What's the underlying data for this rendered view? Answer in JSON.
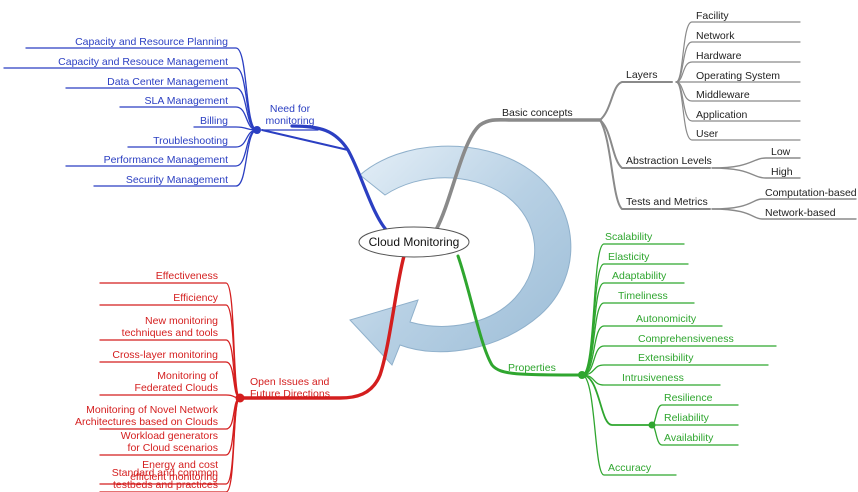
{
  "center": {
    "label": "Cloud Monitoring"
  },
  "colors": {
    "blue": "#2b3fc2",
    "red": "#d41e1e",
    "gray": "#8a8a8a",
    "green": "#2fa62f",
    "arrow": "#b9d3e6",
    "text": "#1a1a1a"
  },
  "branches": {
    "need_for_monitoring": {
      "label_lines": [
        "Need for",
        "monitoring"
      ],
      "items": [
        "Capacity and Resource Planning",
        "Capacity and Resouce Management",
        "Data Center Management",
        "SLA Management",
        "Billing",
        "Troubleshooting",
        "Performance Management",
        "Security Management"
      ]
    },
    "basic_concepts": {
      "label": "Basic concepts",
      "layers": {
        "label": "Layers",
        "items": [
          "Facility",
          "Network",
          "Hardware",
          "Operating System",
          "Middleware",
          "Application",
          "User"
        ]
      },
      "abstraction_levels": {
        "label": "Abstraction Levels",
        "items": [
          "Low",
          "High"
        ]
      },
      "tests_and_metrics": {
        "label": "Tests and Metrics",
        "items": [
          "Computation-based",
          "Network-based"
        ]
      }
    },
    "open_issues": {
      "label_lines": [
        "Open Issues and",
        "Future Directions"
      ],
      "items": [
        {
          "lines": [
            "Effectiveness"
          ]
        },
        {
          "lines": [
            "Efficiency"
          ]
        },
        {
          "lines": [
            "New monitoring",
            "techniques and tools"
          ]
        },
        {
          "lines": [
            "Cross-layer monitoring"
          ]
        },
        {
          "lines": [
            "Monitoring of",
            "Federated Clouds"
          ]
        },
        {
          "lines": [
            "Monitoring of Novel Network",
            "Architectures based on Clouds"
          ]
        },
        {
          "lines": [
            "Workload generators",
            "for Cloud scenarios"
          ]
        },
        {
          "lines": [
            "Energy and cost",
            "efficient monitoring"
          ]
        },
        {
          "lines": [
            "Standard and common",
            "testbeds and practices"
          ]
        }
      ]
    },
    "properties": {
      "label": "Properties",
      "items_top": [
        "Scalability",
        "Elasticity",
        "Adaptability",
        "Timeliness",
        "Autonomicity",
        "Comprehensiveness",
        "Extensibility",
        "Intrusiveness"
      ],
      "reliability_group": [
        "Resilience",
        "Reliability",
        "Availability"
      ],
      "items_bottom": [
        "Accuracy"
      ]
    }
  }
}
